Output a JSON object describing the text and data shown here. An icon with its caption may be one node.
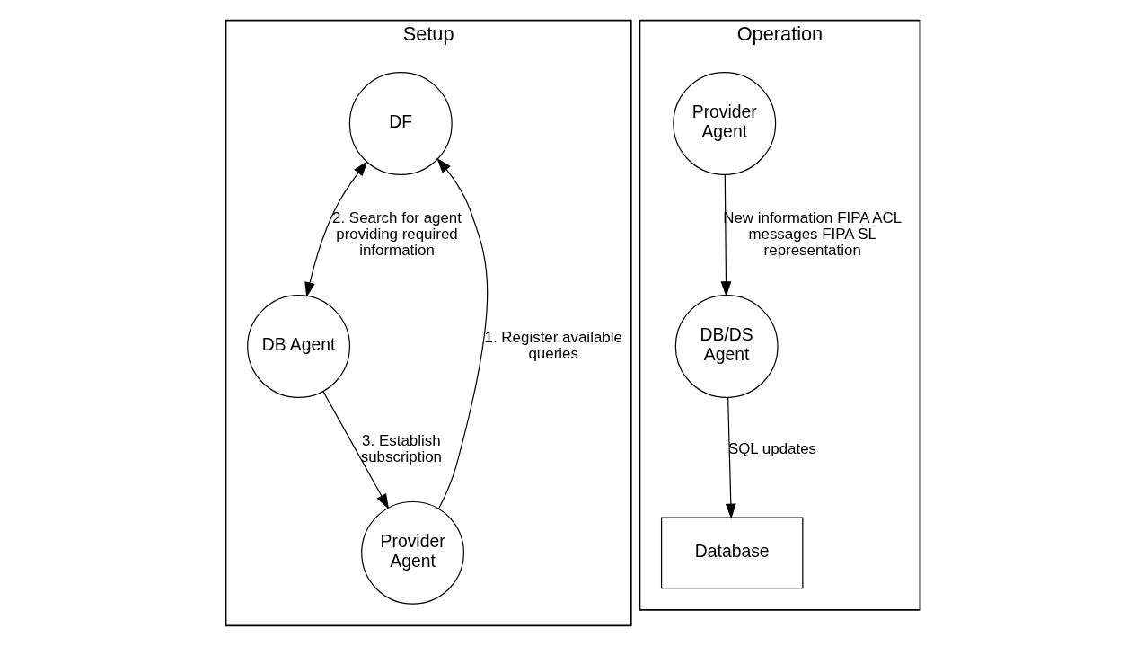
{
  "diagram": {
    "nodes": [
      {
        "text": [
          "Setup"
        ]
      },
      {
        "text": [
          "DF"
        ],
        "in": 0
      },
      {
        "text": [
          "DB Agent"
        ],
        "in": 0
      },
      {
        "text": [
          "Provider Agent"
        ],
        "in": 0
      },
      {
        "text": [
          "Operation"
        ]
      },
      {
        "text": [
          "Provider Agent"
        ],
        "in": 4
      },
      {
        "text": [
          "DB/DS Agent"
        ],
        "in": 4
      },
      {
        "text": [
          "Database"
        ],
        "in": 4
      }
    ],
    "edges": [
      {
        "from": 3,
        "to": 1,
        "arrow": "to",
        "label": "1. Register available queries"
      },
      {
        "from": 1,
        "to": 2,
        "arrow": "both",
        "label": "2. Search for agent providing required information"
      },
      {
        "from": 2,
        "to": 3,
        "arrow": "to",
        "label": "3. Establish subscription"
      },
      {
        "from": 5,
        "to": 6,
        "arrow": "to",
        "label": "New information FIPA ACL messages FIPA SL representation"
      },
      {
        "from": 6,
        "to": 7,
        "arrow": "to",
        "label": "SQL updates"
      }
    ]
  }
}
